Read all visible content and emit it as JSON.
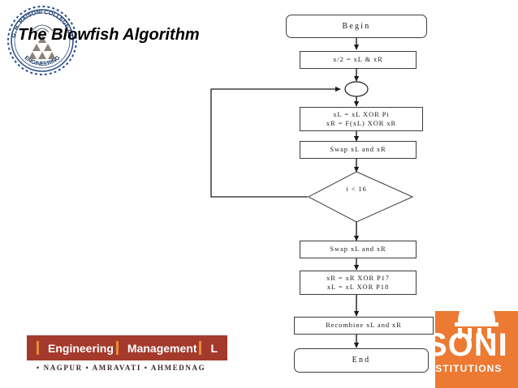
{
  "slide": {
    "title": "The Blowfish Algorithm",
    "background_color": "#ffffff"
  },
  "logo_roundel": {
    "name": "gh-raisoni-college-roundel",
    "ring_text_top": "G. H. RAISONI COLLEGE OF",
    "ring_text_bottom": "ENGINEERING",
    "ring_color": "#2d4f86",
    "inner_color": "#8a8179"
  },
  "flowchart": {
    "type": "flowchart",
    "nodes": [
      {
        "id": "begin",
        "shape": "terminal",
        "label": "Begin"
      },
      {
        "id": "split",
        "shape": "process",
        "label": "x/2 = xL & xR"
      },
      {
        "id": "merge",
        "shape": "connector",
        "label": ""
      },
      {
        "id": "round",
        "shape": "process",
        "label": "xL = xL XOR Pi\nxR = F(xL) XOR xR"
      },
      {
        "id": "swap1",
        "shape": "process",
        "label": "Swap xL and xR"
      },
      {
        "id": "decision",
        "shape": "decision",
        "label": "i < 16"
      },
      {
        "id": "swap2",
        "shape": "process",
        "label": "Swap xL and xR"
      },
      {
        "id": "finalxor",
        "shape": "process",
        "label": "xR = xR XOR P17\nxL = xL XOR P18"
      },
      {
        "id": "recombine",
        "shape": "process",
        "label": "Recombine xL and xR"
      },
      {
        "id": "end",
        "shape": "terminal",
        "label": "End"
      }
    ],
    "edges": [
      {
        "from": "begin",
        "to": "split",
        "kind": "straight"
      },
      {
        "from": "split",
        "to": "merge",
        "kind": "straight"
      },
      {
        "from": "merge",
        "to": "round",
        "kind": "straight"
      },
      {
        "from": "round",
        "to": "swap1",
        "kind": "straight"
      },
      {
        "from": "swap1",
        "to": "decision",
        "kind": "straight"
      },
      {
        "from": "decision",
        "to": "merge",
        "kind": "loop-back-left"
      },
      {
        "from": "decision",
        "to": "swap2",
        "kind": "straight"
      },
      {
        "from": "swap2",
        "to": "finalxor",
        "kind": "straight"
      },
      {
        "from": "finalxor",
        "to": "recombine",
        "kind": "straight"
      },
      {
        "from": "recombine",
        "to": "end",
        "kind": "straight"
      }
    ],
    "line_color": "#3d3d3d"
  },
  "banner": {
    "background_color": "#a43a2c",
    "separator_color": "#e98a38",
    "words": [
      "Engineering",
      "Management",
      "L"
    ],
    "cities": "• NAGPUR • AMRAVATI • AHMEDNAG"
  },
  "soni_logo": {
    "background_color": "#ec7a32",
    "name": "SONI",
    "subtitle": "INSTITUTIONS"
  }
}
